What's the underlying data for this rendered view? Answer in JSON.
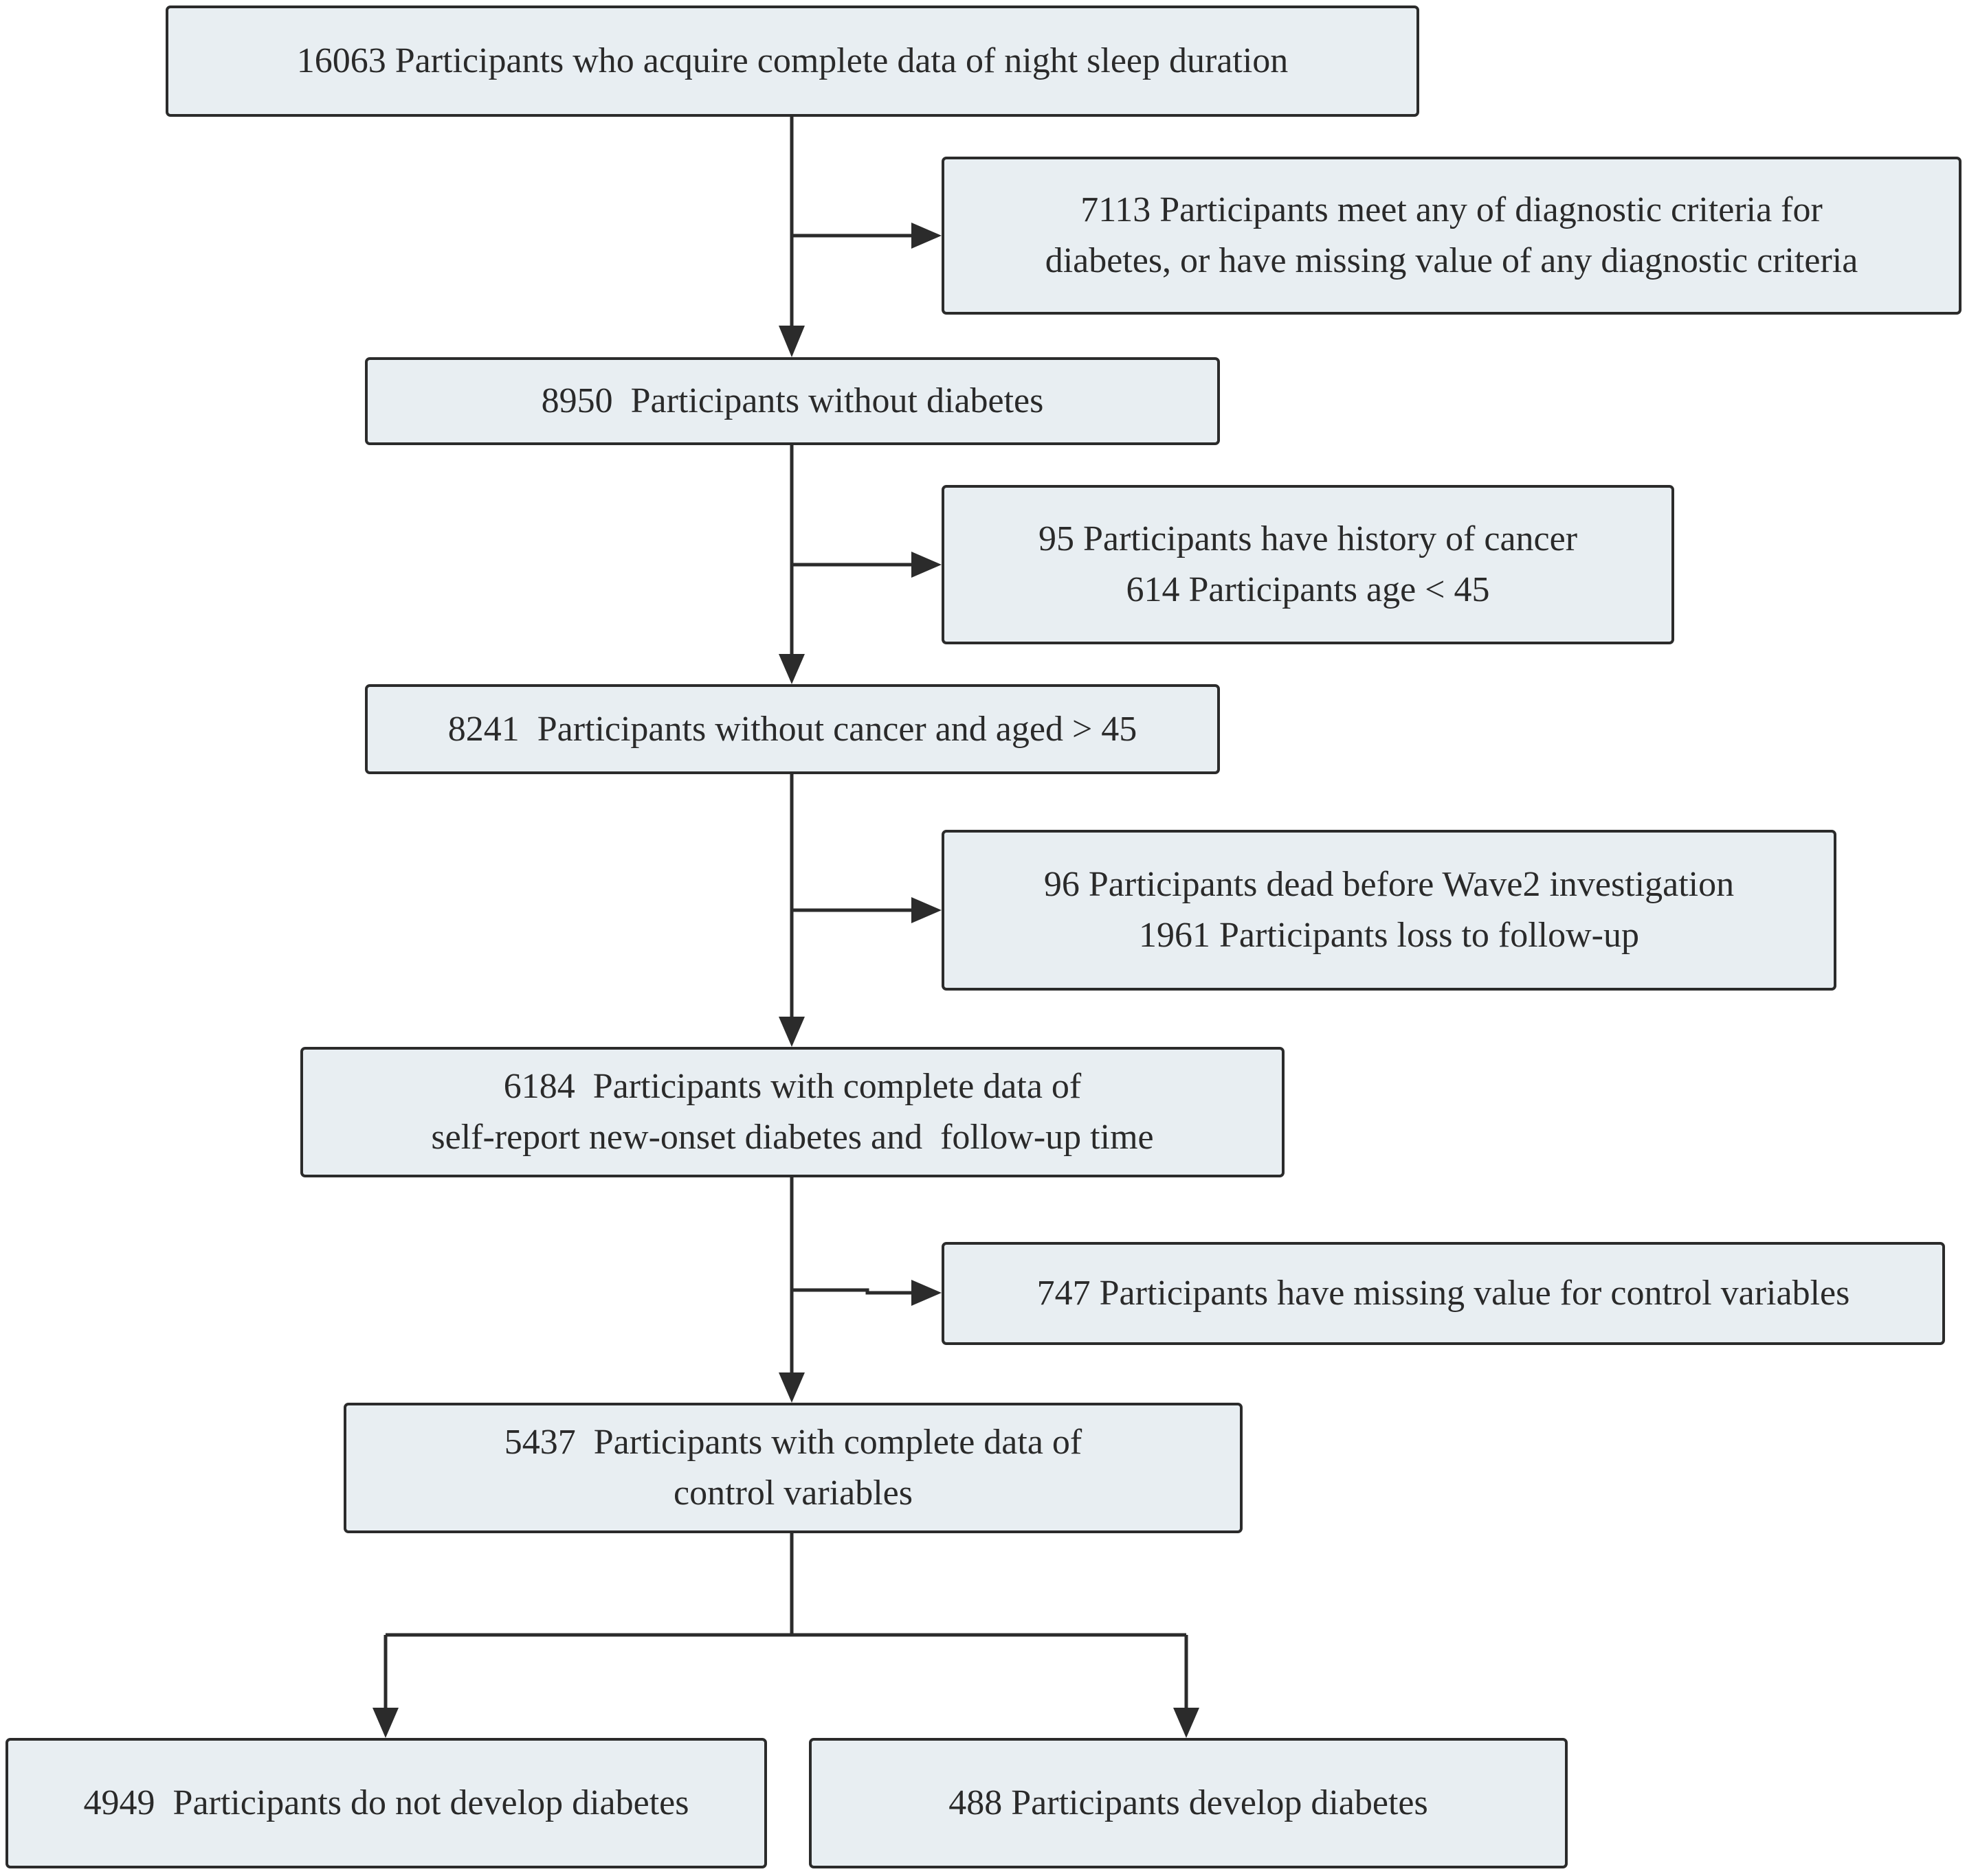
{
  "boxes": {
    "start": {
      "line1": "16063 Participants who acquire complete data of night sleep duration"
    },
    "excl1": {
      "line1": "7113 Participants meet any of diagnostic criteria for",
      "line2": "diabetes, or have missing value of any diagnostic criteria"
    },
    "step2": {
      "line1": "8950  Participants without diabetes"
    },
    "excl2": {
      "line1": "95 Participants have history of cancer",
      "line2": "614 Participants age < 45"
    },
    "step3": {
      "line1": "8241  Participants without cancer and aged > 45"
    },
    "excl3": {
      "line1": "96 Participants dead before Wave2 investigation",
      "line2": "1961 Participants loss to follow-up"
    },
    "step4": {
      "line1": "6184  Participants with complete data of",
      "line2": "self-report new-onset diabetes and  follow-up time"
    },
    "excl4": {
      "line1": "747 Participants have missing value for control variables"
    },
    "step5": {
      "line1": "5437  Participants with complete data of",
      "line2": "control variables"
    },
    "outcome_no": {
      "line1": "4949  Participants do not develop diabetes"
    },
    "outcome_yes": {
      "line1": "488 Participants develop diabetes"
    }
  },
  "colors": {
    "box_fill": "#e8eef2",
    "border": "#2b2b2b",
    "text": "#2a2a2a"
  }
}
